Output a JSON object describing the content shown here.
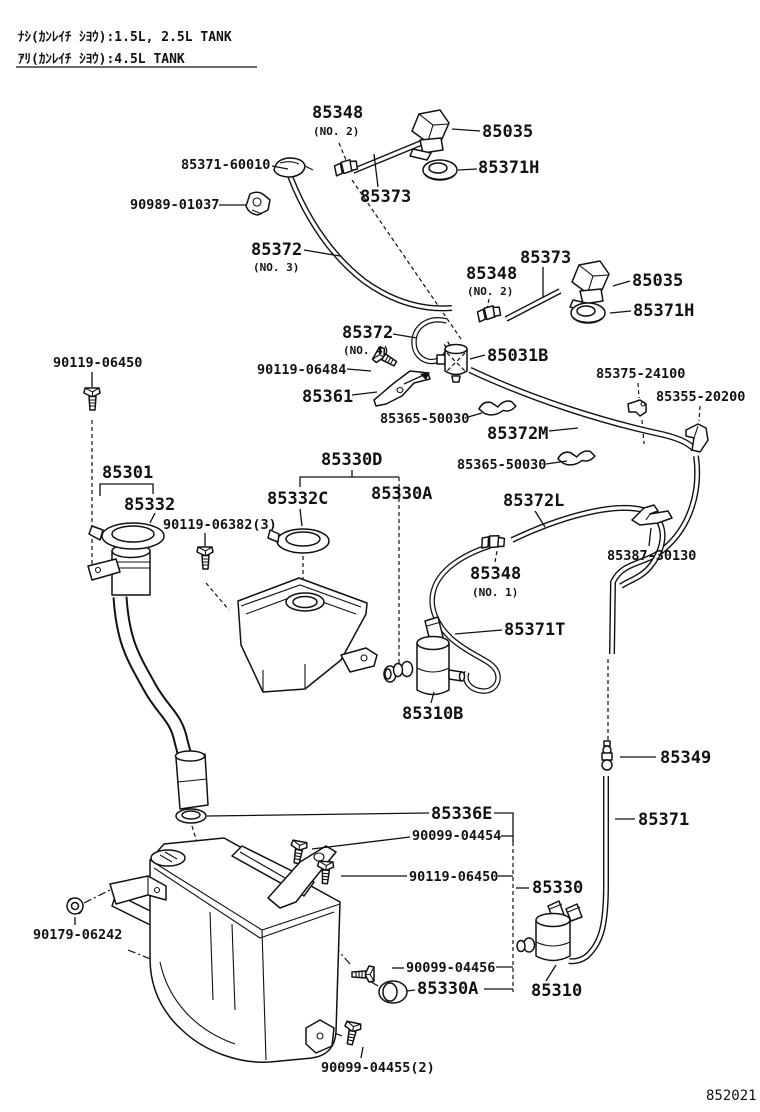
{
  "header": {
    "line1": "ﾅｼ(ｶﾝﾚｲﾁ ｼﾖｳ):1.5L, 2.5L TANK",
    "line2": "ｱﾘ(ｶﾝﾚｲﾁ ｼﾖｳ):4.5L TANK"
  },
  "footer": {
    "drawing_number": "852021"
  },
  "colors": {
    "line": "#111111",
    "background": "#ffffff"
  },
  "labels": [
    "85348",
    "(NO. 2)",
    "85035",
    "85371-60010",
    "85371H",
    "90989-01037",
    "85373",
    "85372",
    "(NO. 3)",
    "85373",
    "85348",
    "(NO. 2)",
    "85035",
    "85371H",
    "85372",
    "(NO. 4)",
    "85031B",
    "90119-06484",
    "85361",
    "85375-24100",
    "85355-20200",
    "90119-06450",
    "85365-50030",
    "85372M",
    "85365-50030",
    "85330D",
    "85301",
    "85332",
    "85332C",
    "85330A",
    "85372L",
    "90119-06382(3)",
    "85387-30130",
    "85348",
    "(NO. 1)",
    "85371T",
    "85310B",
    "85349",
    "85371",
    "85336E",
    "90099-04454",
    "90119-06450",
    "85330",
    "90179-06242",
    "90099-04456",
    "85330A",
    "85310",
    "90099-04455(2)"
  ]
}
